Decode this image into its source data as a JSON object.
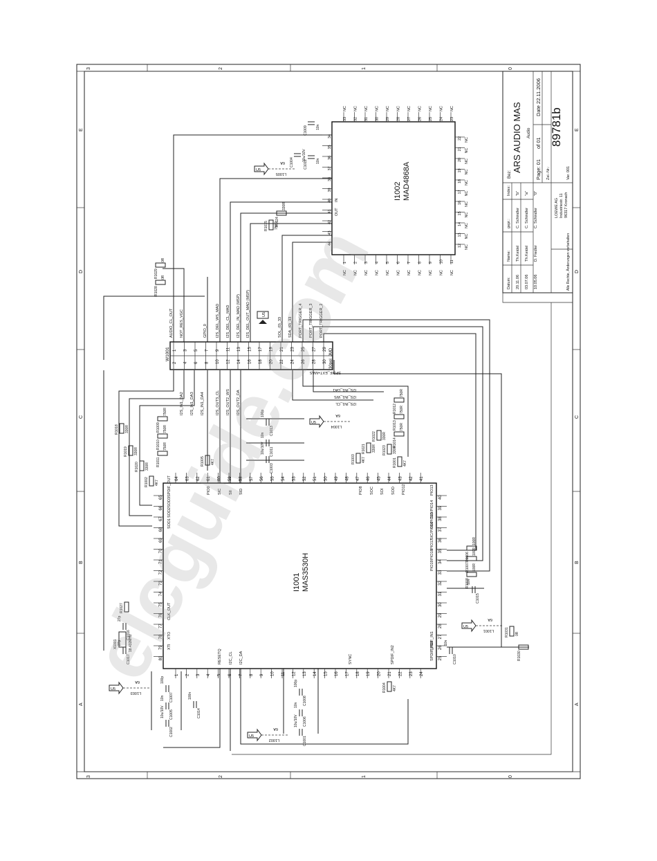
{
  "title_block": {
    "title": "ARS AUDIO MAS",
    "subtitle": "Audio",
    "page": "Page: 01",
    "of": "of 01",
    "date": "Date 22.11.2006",
    "drawing_number": "89781b",
    "bez": "Bez:",
    "zeichnungs_nr": "Zei.-Nr.:",
    "version": "Var. 001",
    "company_name": "LOEWE AG",
    "company_street": "Industriestr. 11",
    "company_city": "96317 Kronach",
    "rights": "Alle Rechte, Änderungen vorbehalten",
    "revision_headers": [
      "Datum:",
      "Name:",
      "gepr.:",
      "Index:"
    ],
    "revisions": [
      [
        "20.11.06",
        "Th.Keidel",
        "C. Schindler",
        "\"b\""
      ],
      [
        "03.07.06",
        "Th.Keidel",
        "C. Schindler",
        "\"a\""
      ],
      [
        "10.05.06",
        "D. Fiedler",
        "C. Schindler",
        "\"0\""
      ]
    ]
  },
  "frame": {
    "zones_top": [
      "3",
      "2",
      "1",
      "0"
    ],
    "zones_side": [
      "E",
      "D",
      "C",
      "B",
      "A"
    ]
  },
  "ic_main": {
    "ref": "I1001",
    "part": "MAS3530H",
    "top_pins": [
      "64",
      "63",
      "62",
      "61",
      "60",
      "59",
      "58",
      "57",
      "56",
      "55",
      "54",
      "53",
      "52",
      "51",
      "50",
      "49",
      "48",
      "47",
      "46",
      "45",
      "44",
      "43",
      "42",
      "41"
    ],
    "top_pin_names": [
      "PIO0",
      "SIC",
      "SII",
      "SID",
      "PIO8",
      "SOC",
      "SOI",
      "SOD",
      "PIO12"
    ],
    "left_pins": [
      "65",
      "66",
      "67",
      "68",
      "69",
      "70",
      "71",
      "72",
      "73",
      "74",
      "75",
      "76",
      "77",
      "78",
      "79",
      "80"
    ],
    "left_pin_names": [
      "SPDIF_OUT",
      "SOD3",
      "SOD2",
      "SOD1",
      "CLK_OUT",
      "XTO",
      "XTI"
    ],
    "bottom_pins": [
      "1",
      "2",
      "3",
      "4",
      "5",
      "6",
      "7",
      "8",
      "9",
      "10",
      "11",
      "12",
      "13",
      "14",
      "15",
      "16",
      "17",
      "18",
      "19",
      "20",
      "21",
      "22",
      "23",
      "24"
    ],
    "bottom_pin_names": [
      "RESETQ",
      "I2C_CL",
      "I2C_DA",
      "SYNC",
      "SPDIF_IN2"
    ],
    "right_pins": [
      "40",
      "39",
      "38",
      "37",
      "36",
      "35",
      "34",
      "33",
      "32",
      "31",
      "30",
      "29",
      "28",
      "27",
      "26",
      "25"
    ],
    "right_pin_names": [
      "PIO13",
      "SID/PIO14",
      "SII/PIO15",
      "SIC/PIO16",
      "PIO17",
      "PIO18",
      "PIO19",
      "SPDIF_IN1",
      "SPDIF_REF"
    ]
  },
  "ic_dsp": {
    "ref": "I1002",
    "part": "MAD4868A",
    "top_pins": [
      "33",
      "32",
      "31",
      "30",
      "29",
      "28",
      "27",
      "26",
      "25",
      "24",
      "23"
    ],
    "left_pins": [
      "34",
      "35",
      "36",
      "37",
      "38",
      "39",
      "40",
      "41",
      "42",
      "43",
      "44"
    ],
    "left_pin_names": [
      "IN",
      "OUT"
    ],
    "right_pins": [
      "22",
      "21",
      "20",
      "19",
      "18",
      "17",
      "16",
      "15",
      "14",
      "13",
      "12"
    ],
    "bottom_pins": [
      "1",
      "2",
      "3",
      "4",
      "5",
      "6",
      "7",
      "8",
      "9",
      "10",
      "11"
    ],
    "nc_label": "NC"
  },
  "connector": {
    "ref": "W1001",
    "name": "30pol_JMD",
    "pins_top": [
      "1",
      "3",
      "5",
      "7",
      "9",
      "11",
      "13",
      "15",
      "17",
      "19",
      "21",
      "23",
      "25",
      "27",
      "29"
    ],
    "pins_bottom": [
      "2",
      "4",
      "6",
      "8",
      "10",
      "12",
      "14",
      "16",
      "18",
      "20",
      "22",
      "24",
      "26",
      "28",
      "30"
    ],
    "labels_upper": [
      "AUDIO_CL_OUT",
      "NOT_RES_VGC",
      "GPIO_0",
      "I2S_DEL_WS_MAD",
      "I2S_DEL_CL_MAD",
      "I2S_DEL_IN_MAD (MSP)",
      "I2S_DEL_OUT_MAD (MSP)",
      "SOL_(0)_33",
      "SDA_(0)_33",
      "PORT_TRIGGER_4",
      "PORT_TRIGGER_3",
      "PORT_TRIGGER_2"
    ],
    "labels_lower": [
      "I2S_IN1_DA2",
      "I2S_IN1_DA3",
      "I2S_IN1_DA4",
      "I2S_OUT3_CL",
      "I2S_OUT2_WS",
      "I2S_OUT2_DA",
      "SPDIF_EXT+MAS",
      "I2S_IN1_DA1",
      "I2S_IN1_WS",
      "I2S_IN1_CL"
    ]
  },
  "components": {
    "resistors": [
      {
        "ref": "R1029",
        "value": "0R"
      },
      {
        "ref": "R1028",
        "value": "0R"
      },
      {
        "ref": "R1024",
        "value": "330R"
      },
      {
        "ref": "R1015",
        "value": "750R"
      },
      {
        "ref": "R1009",
        "value": "750R"
      },
      {
        "ref": "R1010",
        "value": "750R"
      },
      {
        "ref": "R1011",
        "value": "750R"
      },
      {
        "ref": "R1018",
        "value": "330R"
      },
      {
        "ref": "R1019",
        "value": "330R"
      },
      {
        "ref": "R1020",
        "value": "330R"
      },
      {
        "ref": "R1002",
        "value": "4K7"
      },
      {
        "ref": "R1005",
        "value": "4K7"
      },
      {
        "ref": "R1003",
        "value": "4K7"
      },
      {
        "ref": "R1021",
        "value": "330R"
      },
      {
        "ref": "R1022",
        "value": "330R"
      },
      {
        "ref": "R1023",
        "value": "330R"
      },
      {
        "ref": "R1001",
        "value": "4K7"
      },
      {
        "ref": "R1012",
        "value": "750R"
      },
      {
        "ref": "R1013",
        "value": "750R"
      },
      {
        "ref": "R1014",
        "value": "750R"
      },
      {
        "ref": "R1006",
        "value": "100R"
      },
      {
        "ref": "R1007",
        "value": "100R"
      },
      {
        "ref": "R1008",
        "value": "100R"
      },
      {
        "ref": "R1027",
        "value": ""
      },
      {
        "ref": "R1031",
        "value": "0R"
      },
      {
        "ref": "R1030",
        "value": ""
      },
      {
        "ref": "R1004",
        "value": "4K7"
      }
    ],
    "capacitors": [
      {
        "ref": "C1009",
        "value": "10n"
      },
      {
        "ref": "C1004",
        "value": "10u/10V"
      },
      {
        "ref": "C1012",
        "value": "10n"
      },
      {
        "ref": "C1013",
        "value": "100p"
      },
      {
        "ref": "C1011",
        "value": "10n"
      },
      {
        "ref": "C1003",
        "value": "10u/10V"
      },
      {
        "ref": "C1015",
        "value": "10n"
      },
      {
        "ref": "C1016",
        "value": "27p"
      },
      {
        "ref": "C1017",
        "value": "27p"
      },
      {
        "ref": "C1010",
        "value": "10n"
      },
      {
        "ref": "C1007",
        "value": "100p"
      },
      {
        "ref": "C1005",
        "value": "10n"
      },
      {
        "ref": "C1002",
        "value": "10u/10V"
      },
      {
        "ref": "C1014",
        "value": "100n"
      },
      {
        "ref": "C1008",
        "value": "100p"
      },
      {
        "ref": "C1006",
        "value": "10n"
      },
      {
        "ref": "C1001",
        "value": "10u/10V"
      }
    ],
    "inductors": [
      {
        "ref": "L1005",
        "value": "6A"
      },
      {
        "ref": "L1004",
        "value": "6A"
      },
      {
        "ref": "L1003",
        "value": "6A"
      },
      {
        "ref": "L1002",
        "value": "6A"
      },
      {
        "ref": "L1001",
        "value": "6A"
      }
    ],
    "crystal": {
      "ref": "X1001",
      "value": "18.432MHz"
    },
    "supply_label": "U5"
  },
  "watermark": "elcguide.com"
}
